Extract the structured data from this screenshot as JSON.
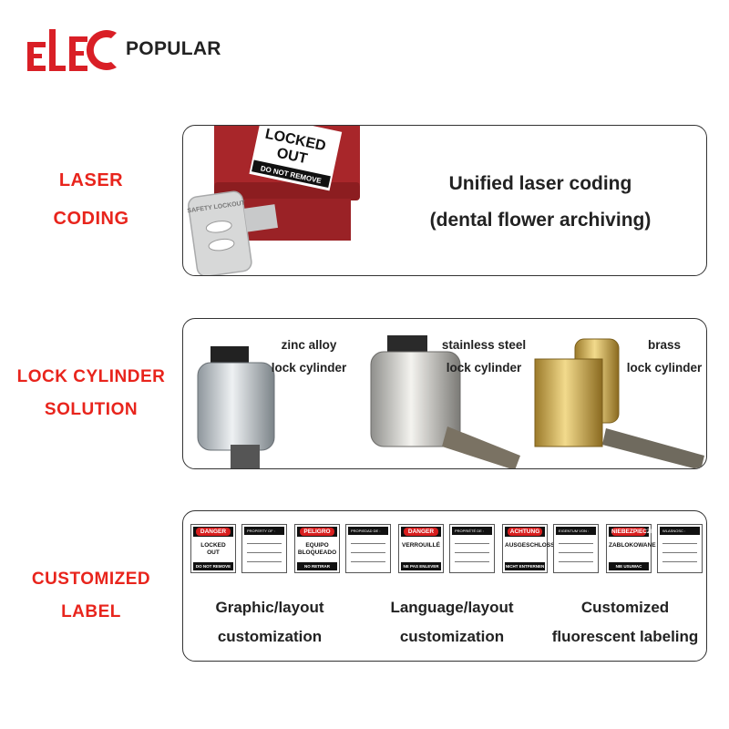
{
  "brand": {
    "logo_text": "POPULAR",
    "logo_colors": {
      "primary": "#d91f26"
    }
  },
  "sections": [
    {
      "label_lines": [
        "LASER",
        "CODING"
      ]
    },
    {
      "label_lines": [
        "LOCK CYLINDER",
        "SOLUTION"
      ]
    },
    {
      "label_lines": [
        "CUSTOMIZED",
        "LABEL"
      ]
    }
  ],
  "laser_panel": {
    "padlock_tag_lines": [
      "LOCKED",
      "OUT"
    ],
    "padlock_tag_footer": "DO NOT REMOVE",
    "key_engraving": "SAFETY LOCKOUT",
    "text_lines": [
      "Unified laser coding",
      "(dental flower archiving)"
    ]
  },
  "cylinder_panel": {
    "items": [
      {
        "material": "zinc alloy",
        "suffix": "lock cylinder",
        "color": "#cfd4d8"
      },
      {
        "material": "stainless steel",
        "suffix": "lock cylinder",
        "color": "#b9bcbe"
      },
      {
        "material": "brass",
        "suffix": "lock cylinder",
        "color": "#c9a545"
      }
    ]
  },
  "label_panel": {
    "tags": [
      {
        "header": "DANGER",
        "body": [
          "LOCKED",
          "OUT"
        ],
        "footer": "DO NOT REMOVE",
        "prop_header": "PROPERTY OF :"
      },
      {
        "header": "PELIGRO",
        "body": [
          "EQUIPO",
          "BLOQUEADO"
        ],
        "footer": "NO RETIRAR",
        "prop_header": "PROPIEDAD DE :"
      },
      {
        "header": "DANGER",
        "body": [
          "VERROUILLÉ"
        ],
        "footer": "NE PAS ENLEVER",
        "prop_header": "PROPRIÉTÉ DE :"
      },
      {
        "header": "ACHTUNG",
        "body": [
          "AUSGESCHLOSSEN"
        ],
        "footer": "NICHT ENTFERNEN",
        "prop_header": "EIGENTUM VON :"
      },
      {
        "header": "NIEBEZPIECZENSTWO",
        "body": [
          "ZABLOKOWANE"
        ],
        "footer": "NIE USUWAC",
        "prop_header": "WLASNOSC :"
      }
    ],
    "captions": [
      [
        "Graphic/layout",
        "customization"
      ],
      [
        "Language/layout",
        "customization"
      ],
      [
        "Customized",
        "fluorescent labeling"
      ]
    ]
  }
}
